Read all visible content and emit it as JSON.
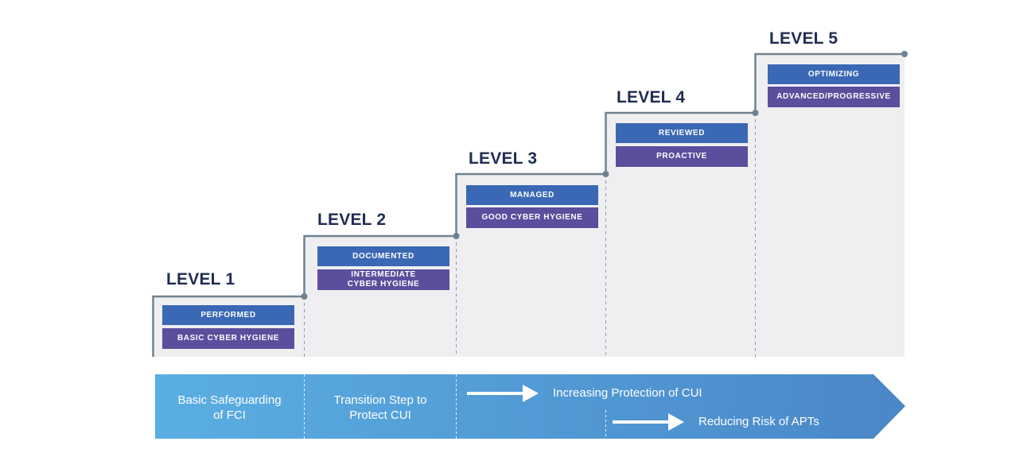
{
  "levels": [
    {
      "title": "LEVEL 1",
      "process": "PERFORMED",
      "practice": "BASIC CYBER HYGIENE"
    },
    {
      "title": "LEVEL 2",
      "process": "DOCUMENTED",
      "practice": "INTERMEDIATE\nCYBER HYGIENE"
    },
    {
      "title": "LEVEL 3",
      "process": "MANAGED",
      "practice": "GOOD CYBER HYGIENE"
    },
    {
      "title": "LEVEL 4",
      "process": "REVIEWED",
      "practice": "PROACTIVE"
    },
    {
      "title": "LEVEL 5",
      "process": "OPTIMIZING",
      "practice": "ADVANCED/PROGRESSIVE"
    }
  ],
  "band": {
    "segment_1": "Basic Safeguarding\nof FCI",
    "segment_2": "Transition Step to\nProtect CUI",
    "arrow_1": "Increasing Protection of CUI",
    "arrow_2": "Reducing Risk of APTs"
  },
  "colors": {
    "title": "#1f2d52",
    "process_tag": "#3a68b5",
    "practice_tag": "#5b4e9c",
    "step_fill": "#efeff1",
    "step_line": "#6e8391",
    "band_start": "#5aaee2",
    "band_end": "#4a87c8"
  }
}
